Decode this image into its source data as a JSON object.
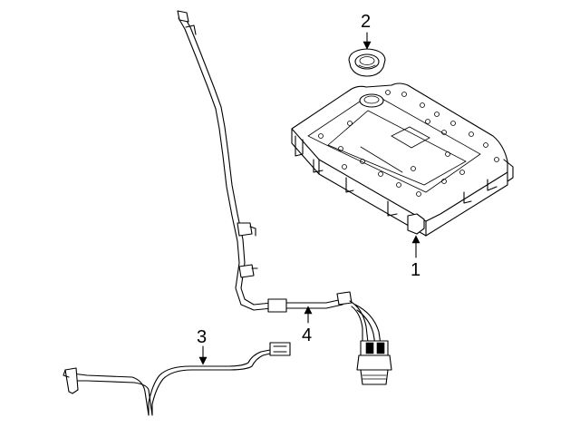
{
  "callouts": [
    {
      "id": "1",
      "label": "1",
      "part": "module"
    },
    {
      "id": "2",
      "label": "2",
      "part": "cap"
    },
    {
      "id": "3",
      "label": "3",
      "part": "antenna-lead"
    },
    {
      "id": "4",
      "label": "4",
      "part": "harness"
    }
  ],
  "colors": {
    "line": "#000000",
    "background": "#ffffff"
  }
}
